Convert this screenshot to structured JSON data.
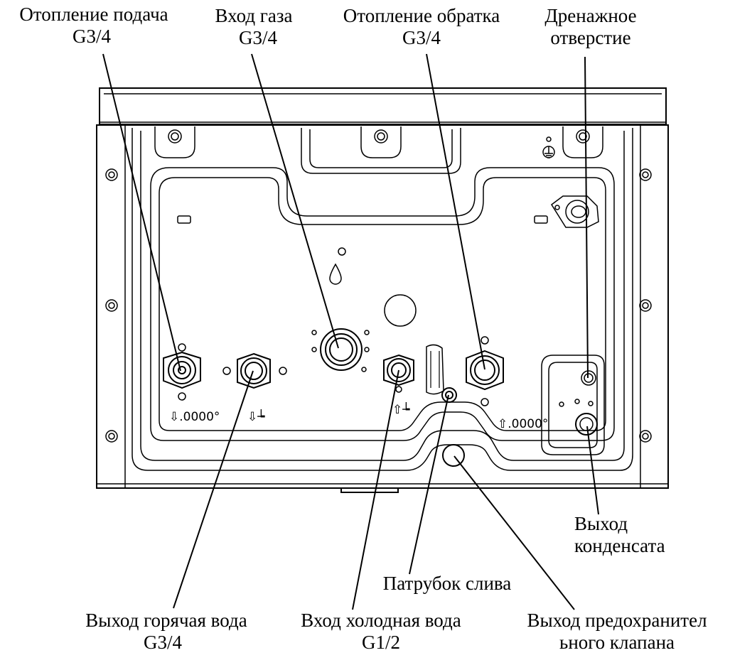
{
  "labels": {
    "heating_supply": {
      "line1": "Отопление подача",
      "line2": "G3/4"
    },
    "gas_inlet": {
      "line1": "Вход газа",
      "line2": "G3/4"
    },
    "heating_return": {
      "line1": "Отопление обратка",
      "line2": "G3/4"
    },
    "drain_hole": {
      "line1": "Дренажное",
      "line2": "отверстие"
    },
    "condensate_outlet": {
      "line1": "Выход",
      "line2": "конденсата"
    },
    "drain_pipe": {
      "line1": "Патрубок слива"
    },
    "hot_water_outlet": {
      "line1": "Выход горячая вода",
      "line2": "G3/4"
    },
    "cold_water_inlet": {
      "line1": "Вход холодная вода",
      "line2": "G1/2"
    },
    "safety_valve_outlet": {
      "line1": "Выход предохранител",
      "line2": "ьного клапана"
    }
  },
  "markings": {
    "heating_supply_symbol": "⇩.0000°",
    "hot_water_symbol": "⇩┶",
    "cold_water_symbol": "⇧┶",
    "heating_return_symbol": "⇧.0000°"
  },
  "colors": {
    "line": "#000000",
    "background": "#ffffff"
  }
}
